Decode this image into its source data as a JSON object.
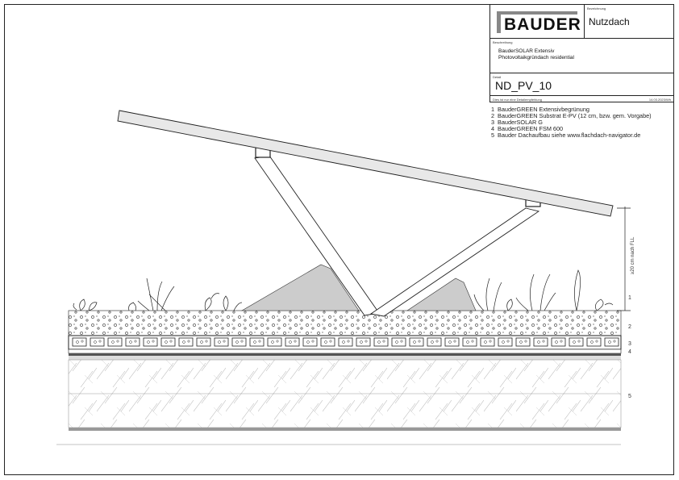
{
  "title_block": {
    "logo_text": "BAUDER",
    "bezeichnung_label": "Bezeichnung",
    "bezeichnung": "Nutzdach",
    "beschreibung_label": "Beschreibung",
    "beschreibung_line1": "BauderSOLAR Extensiv",
    "beschreibung_line2": "Photovoltaikgründach residential",
    "detail_label": "Detail",
    "detail": "ND_PV_10",
    "note": "Dies ist nur eine Detailempfehlung",
    "date": "14.03.2023/Wh"
  },
  "legend": [
    {
      "num": "1",
      "text": "BauderGREEN Extensivbegrünung"
    },
    {
      "num": "2",
      "text": "BauderGREEN Substrat E-PV (12 cm, bzw. gem. Vorgabe)"
    },
    {
      "num": "3",
      "text": "BauderSOLAR G"
    },
    {
      "num": "4",
      "text": "BauderGREEN FSM 600"
    },
    {
      "num": "5",
      "text": "Bauder Dachaufbau siehe www.flachdach-navigator.de"
    }
  ],
  "drawing": {
    "dimension_label": "≥20 cm nach FLL",
    "layer_markers": [
      "1",
      "2",
      "3",
      "4",
      "5"
    ]
  }
}
